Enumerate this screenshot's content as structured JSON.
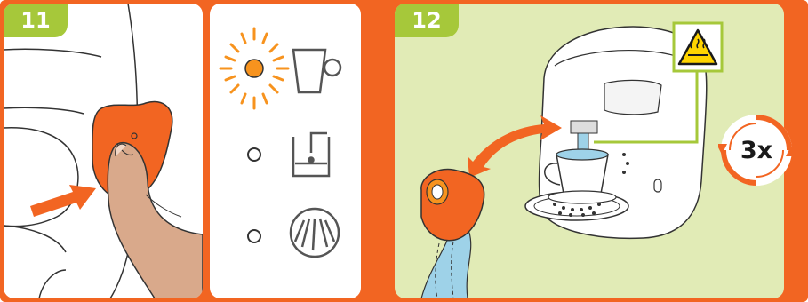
{
  "steps": [
    {
      "number": "11"
    },
    {
      "number": "12"
    }
  ],
  "indicators": [
    {
      "state": "blinking",
      "icon": "cup-icon"
    },
    {
      "state": "off",
      "icon": "descaling-icon"
    },
    {
      "state": "off",
      "icon": "cleaning-jet-icon"
    }
  ],
  "repeat": {
    "label": "3x"
  },
  "warning": {
    "icon": "hot-surface-icon"
  },
  "colors": {
    "frame": "#f26522",
    "step_badge": "#a6c83a",
    "panel_bg": "#ffffff",
    "scene_bg": "#e1ebb6",
    "indicator_lit": "#f7931e",
    "water": "#9ed2e8"
  }
}
